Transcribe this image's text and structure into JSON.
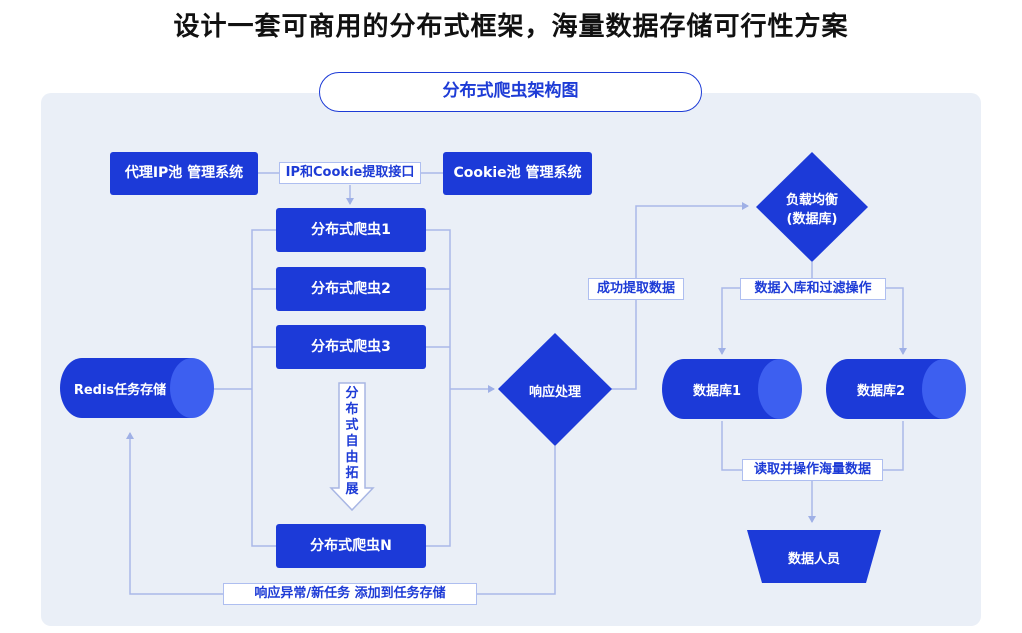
{
  "title": "设计一套可商用的分布式框架，海量数据存储可行性方案",
  "subtitle": "分布式爬虫架构图",
  "nodes": {
    "proxy_pool": "代理IP池 管理系统",
    "cookie_pool": "Cookie池 管理系统",
    "spider_1": "分布式爬虫1",
    "spider_2": "分布式爬虫2",
    "spider_3": "分布式爬虫3",
    "spider_n": "分布式爬虫N",
    "expand_arrow": "分布式自由拓展",
    "redis": "Redis任务存储",
    "response": "响应处理",
    "load_balance_line1": "负载均衡",
    "load_balance_line2": "(数据库)",
    "db1": "数据库1",
    "db2": "数据库2",
    "data_staff": "数据人员"
  },
  "edge_labels": {
    "ip_cookie_api": "IP和Cookie提取接口",
    "extract_success": "成功提取数据",
    "store_filter": "数据入库和过滤操作",
    "read_operate": "读取并操作海量数据",
    "exception_task": "响应异常/新任务 添加到任务存储"
  },
  "colors": {
    "primary": "#1c3ad8",
    "line": "#aab8e8",
    "panel": "#eaeff7"
  }
}
